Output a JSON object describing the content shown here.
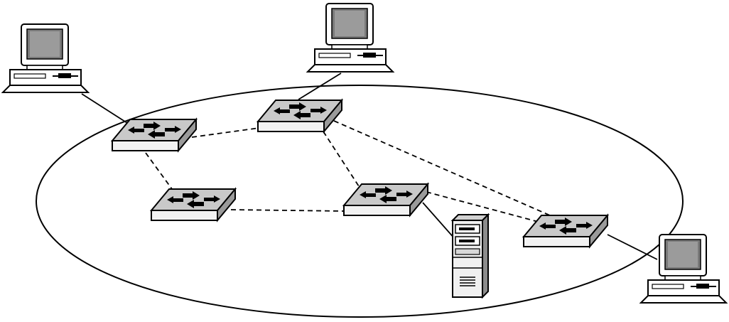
{
  "diagram": {
    "network_boundary": "ellipse",
    "nodes": [
      {
        "id": "workstation-top-left",
        "kind": "workstation"
      },
      {
        "id": "workstation-top-center",
        "kind": "workstation"
      },
      {
        "id": "workstation-bottom-right",
        "kind": "workstation"
      },
      {
        "id": "router-upper-left",
        "kind": "router"
      },
      {
        "id": "router-upper-center",
        "kind": "router"
      },
      {
        "id": "router-lower-left",
        "kind": "router"
      },
      {
        "id": "router-center",
        "kind": "router"
      },
      {
        "id": "router-right",
        "kind": "router"
      },
      {
        "id": "server",
        "kind": "server"
      }
    ],
    "links": [
      {
        "from": "workstation-top-left",
        "to": "router-upper-left",
        "style": "solid"
      },
      {
        "from": "workstation-top-center",
        "to": "router-upper-center",
        "style": "solid"
      },
      {
        "from": "router-center",
        "to": "server",
        "style": "solid"
      },
      {
        "from": "router-right",
        "to": "workstation-bottom-right",
        "style": "solid"
      },
      {
        "from": "router-upper-left",
        "to": "router-upper-center",
        "style": "dashed"
      },
      {
        "from": "router-upper-left",
        "to": "router-lower-left",
        "style": "dashed"
      },
      {
        "from": "router-upper-center",
        "to": "router-center",
        "style": "dashed"
      },
      {
        "from": "router-upper-center",
        "to": "router-right",
        "style": "dashed"
      },
      {
        "from": "router-lower-left",
        "to": "router-center",
        "style": "dashed"
      },
      {
        "from": "router-center",
        "to": "router-right",
        "style": "dashed"
      }
    ]
  }
}
